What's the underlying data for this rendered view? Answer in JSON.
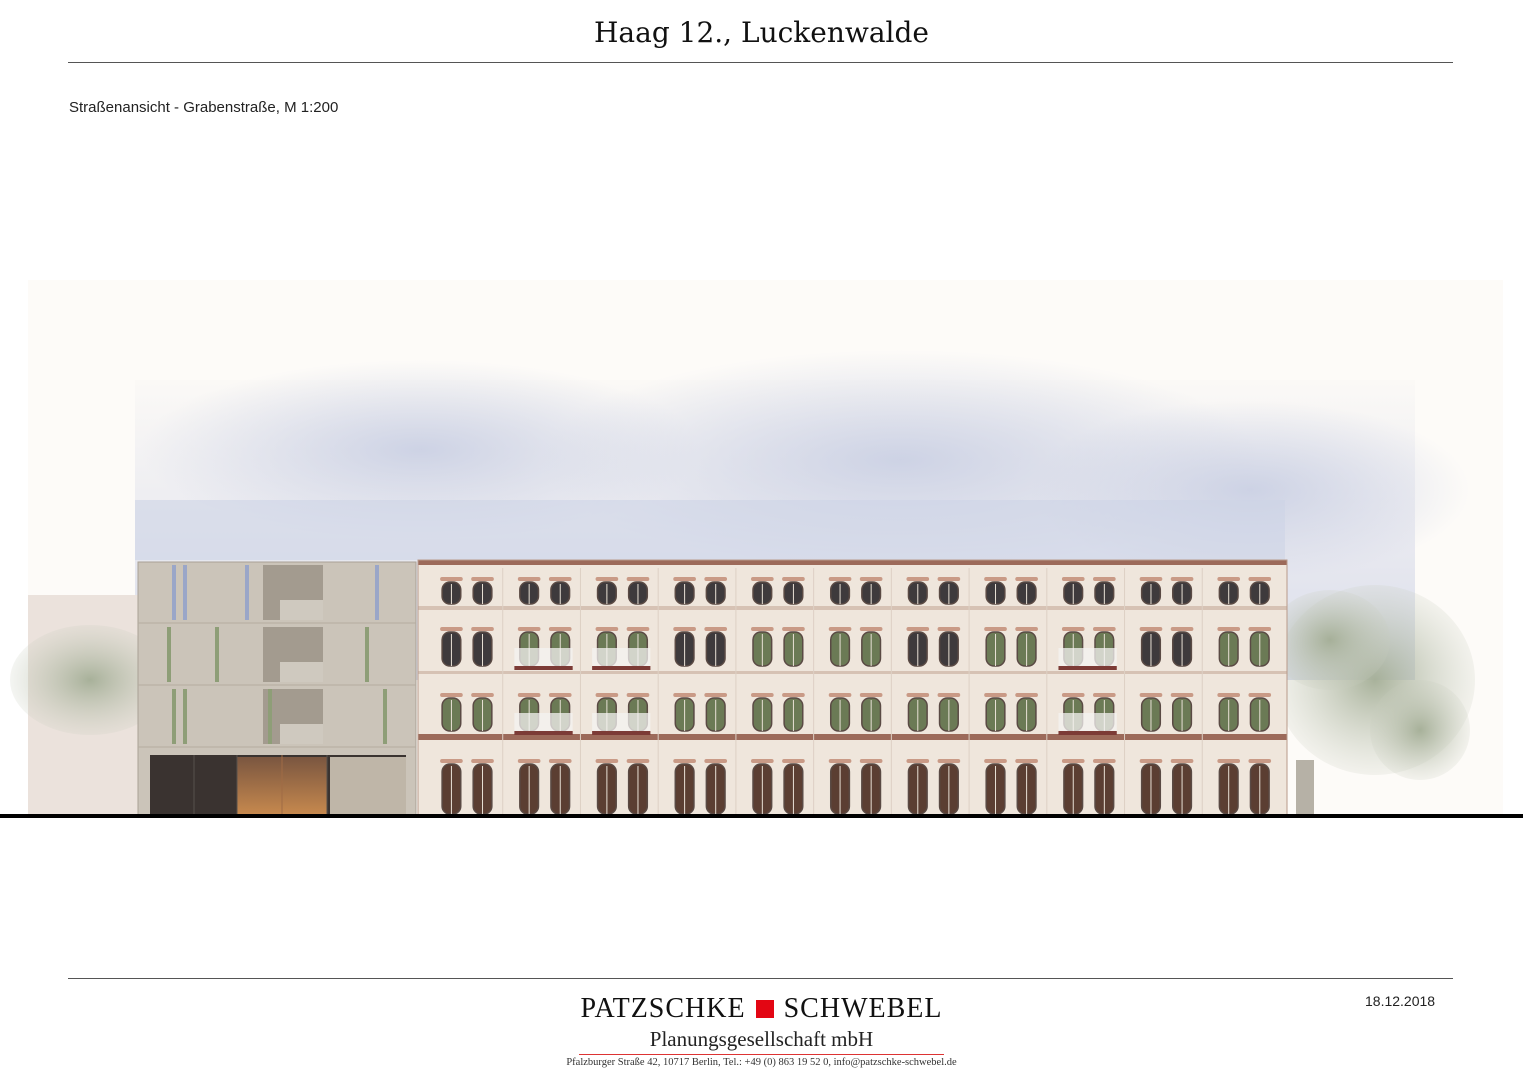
{
  "header": {
    "title": "Haag 12., Luckenwalde",
    "subtitle": "Straßenansicht - Grabenstraße, M 1:200"
  },
  "drawing": {
    "description_icon": "building-elevation-illustration",
    "colors": {
      "sky": "#cdd3e6",
      "brick_facade": "#efe6dc",
      "brick_accent": "#9c6a5a",
      "concrete_facade": "#c9c2b6",
      "window_frame": "#5a4a44",
      "ground_line": "#000000",
      "tree": "#a9b49a"
    }
  },
  "footer": {
    "logo_left": "PATZSCHKE",
    "logo_right": "SCHWEBEL",
    "logo_sub": "Planungsgesellschaft mbH",
    "address": "Pfalzburger Straße 42, 10717 Berlin, Tel.: +49 (0) 863 19 52 0, info@patzschke-schwebel.de",
    "date": "18.12.2018",
    "brand_color": "#e30613"
  }
}
